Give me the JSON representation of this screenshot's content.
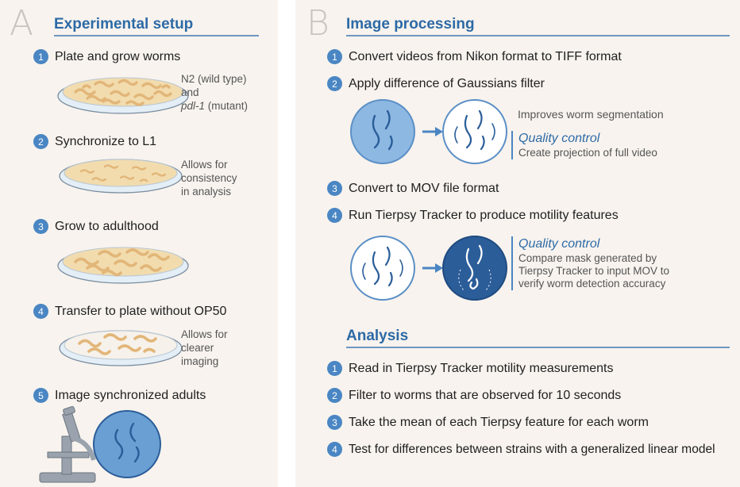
{
  "panel_a": {
    "letter": "A",
    "title": "Experimental setup",
    "steps": [
      {
        "number": "1",
        "text": "Plate and grow worms"
      },
      {
        "number": "2",
        "text": "Synchronize to L1"
      },
      {
        "number": "3",
        "text": "Grow to adulthood"
      },
      {
        "number": "4",
        "text": "Transfer to plate without OP50"
      },
      {
        "number": "5",
        "text": "Image synchronized adults"
      }
    ],
    "note_strains_1": "N2 (wild type)",
    "note_strains_2": "and",
    "note_strains_3_italic": "pdl-1",
    "note_strains_3_rest": " (mutant)",
    "note_consistency_1": "Allows for",
    "note_consistency_2": "consistency",
    "note_consistency_3": "in analysis",
    "note_clearer_1": "Allows for",
    "note_clearer_2": "clearer",
    "note_clearer_3": "imaging"
  },
  "panel_b": {
    "letter": "B",
    "title": "Image processing",
    "steps": [
      {
        "number": "1",
        "text": "Convert videos from Nikon format to TIFF format"
      },
      {
        "number": "2",
        "text": "Apply difference of Gaussians filter"
      },
      {
        "number": "3",
        "text": "Convert to MOV file format"
      },
      {
        "number": "4",
        "text": "Run Tierpsy Tracker to produce motility features"
      }
    ],
    "note_segmentation": "Improves worm segmentation",
    "qc1_title": "Quality control",
    "qc1_text": "Create projection of full video",
    "qc2_title": "Quality control",
    "qc2_line1": "Compare mask generated by",
    "qc2_line2": "Tierpsy Tracker to input MOV to",
    "qc2_line3": "verify worm detection accuracy"
  },
  "analysis": {
    "title": "Analysis",
    "steps": [
      {
        "number": "1",
        "text": "Read in Tierpsy Tracker motility measurements"
      },
      {
        "number": "2",
        "text": "Filter to worms that are observed for 10 seconds"
      },
      {
        "number": "3",
        "text": "Take the mean of each Tierpsy feature for each worm"
      },
      {
        "number": "4",
        "text": "Test for differences between strains with a generalized linear model"
      }
    ]
  },
  "colors": {
    "accent": "#2d6aa6",
    "badge": "#4a86c3",
    "panel_bg": "#f8f3ee",
    "plate_agar": "#f2dcae",
    "worm": "#e2b679",
    "dish_circle": "#5b8fc6",
    "dish_dark": "#2b5d99"
  }
}
